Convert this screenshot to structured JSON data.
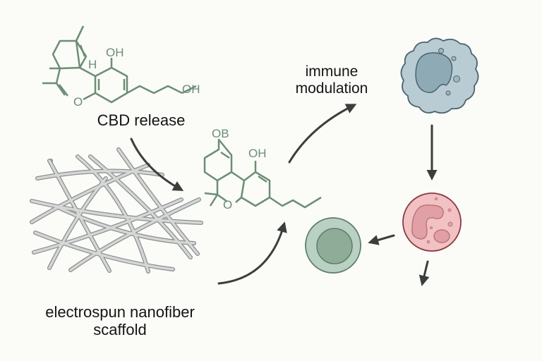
{
  "labels": {
    "cbd_release": "CBD release",
    "immune_modulation_line1": "immune",
    "immune_modulation_line2": "modulation",
    "scaffold_line1": "electrospun nanofiber",
    "scaffold_line2": "scaffold"
  },
  "molecules": {
    "cbd": {
      "atoms": [
        "OH",
        "H",
        "O",
        "OH"
      ]
    },
    "thc_analog": {
      "atoms": [
        "OB",
        "OH",
        "O"
      ]
    }
  },
  "colors": {
    "background": "#fbfbf8",
    "molecule": "#6b8e74",
    "arrow": "#3a3f3d",
    "fiber_fill": "#d4d7d6",
    "fiber_stroke": "#8a8f8e",
    "macrophage_fill": "#b9ccd3",
    "macrophage_nucleus": "#8eaab4",
    "neutrophil_fill": "#f1c1c3",
    "neutrophil_stroke": "#8a3a3f",
    "lymphocyte_fill": "#b9d1c2",
    "lymphocyte_nucleus": "#8fac98"
  }
}
